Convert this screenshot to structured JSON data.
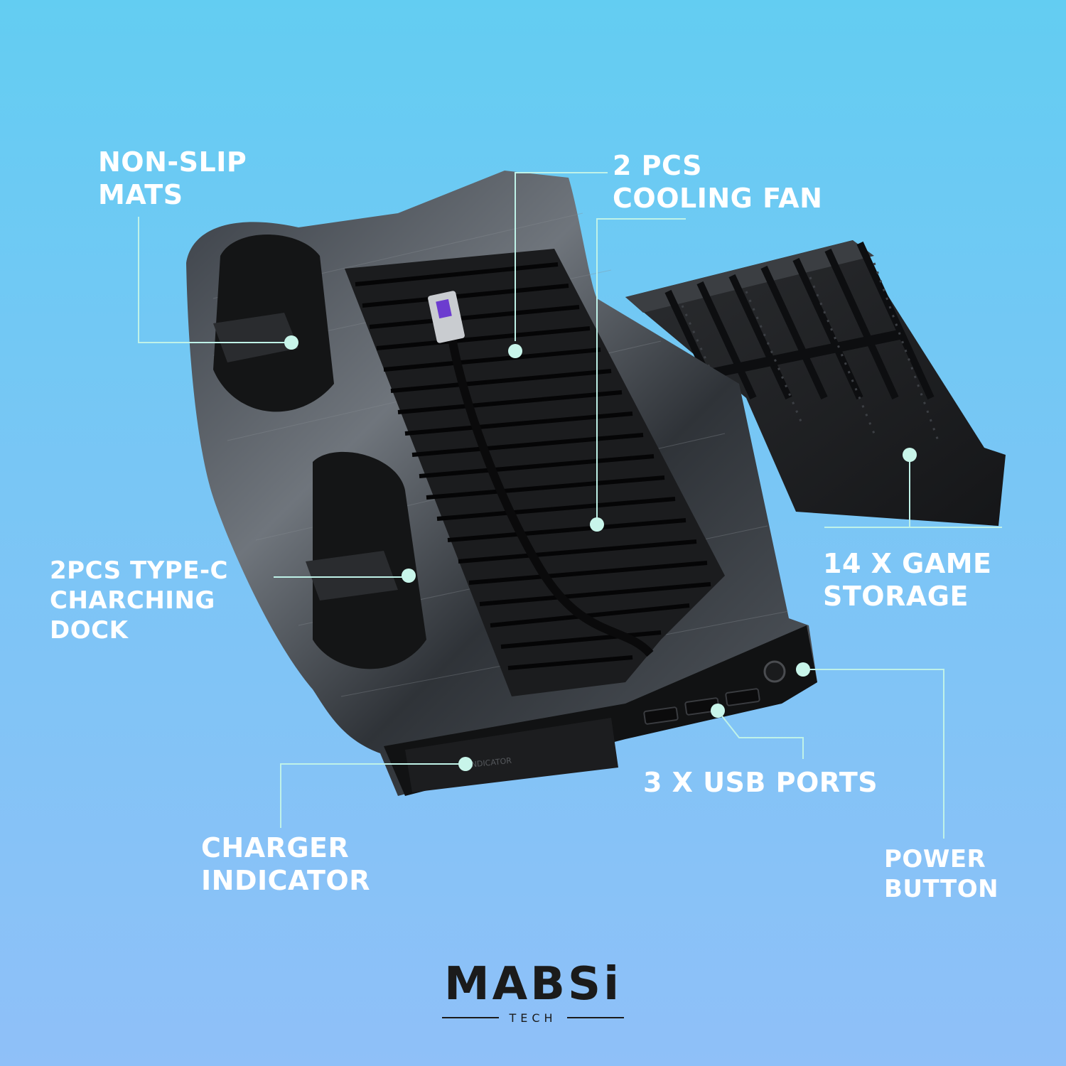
{
  "labels": {
    "non_slip": [
      "NON-SLIP",
      "MATS"
    ],
    "cooling_fan": [
      "2 PCS",
      "COOLING FAN"
    ],
    "type_c": [
      "2PCS TYPE-C",
      "CHARCHING",
      "DOCK"
    ],
    "game_storage": [
      "14 X GAME",
      "STORAGE"
    ],
    "usb_ports": [
      "3 X USB PORTS"
    ],
    "charger_indicator": [
      "CHARGER",
      "INDICATOR"
    ],
    "power_button": [
      "POWER",
      "BUTTON"
    ]
  },
  "brand": {
    "name": "MABSi",
    "sub": "TECH"
  },
  "device": {
    "indicator_text": "INDICATOR"
  },
  "colors": {
    "callout": "#bff2e8",
    "dot": "#c8f5ea",
    "text": "#ffffff",
    "logo": "#1b1b1b"
  }
}
